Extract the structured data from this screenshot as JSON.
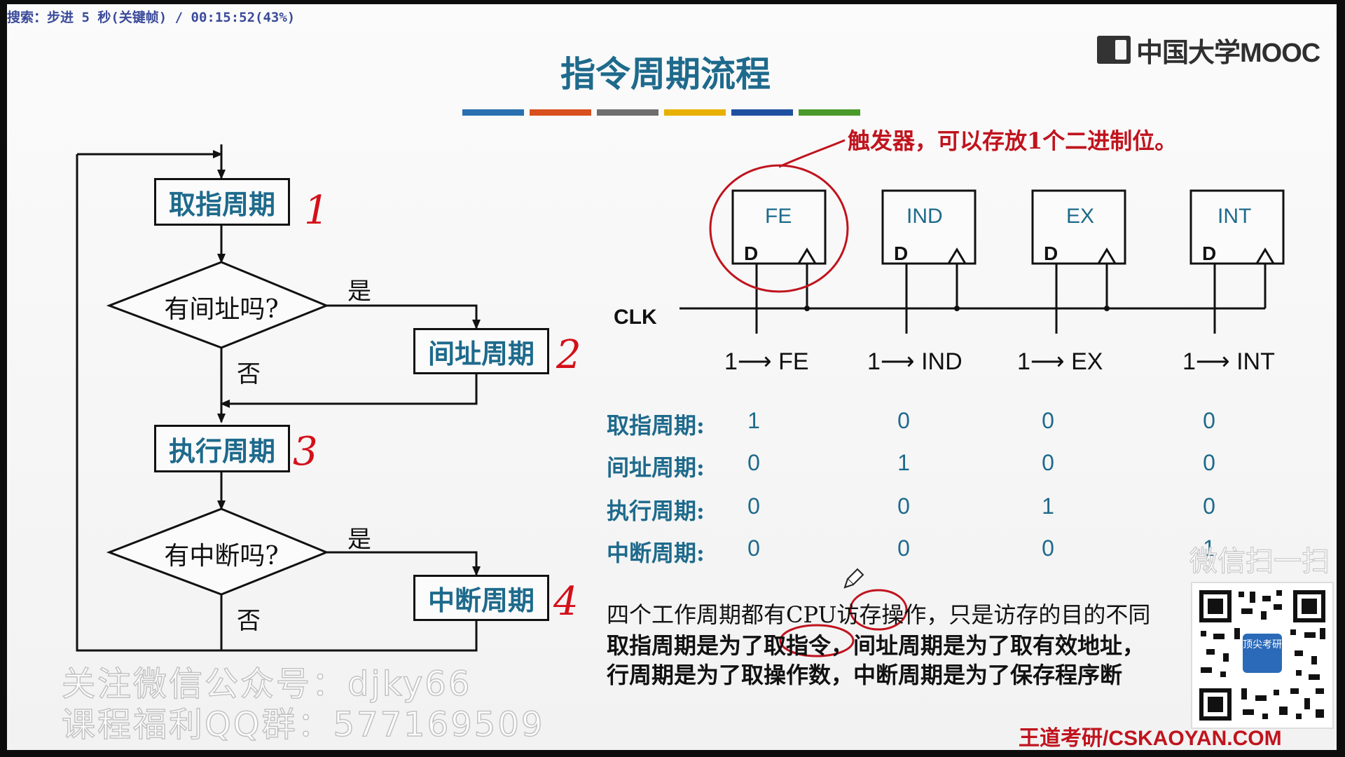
{
  "player": {
    "status": "搜索：步进 5 秒(关键帧) / 00:15:52(43%)"
  },
  "slide": {
    "title": "指令周期流程",
    "logo": "中国大学MOOC",
    "color_bar": [
      "#2a6fb0",
      "#d8501e",
      "#6e6e6e",
      "#e8b000",
      "#1f4fa0",
      "#4a9a2a"
    ]
  },
  "flowchart": {
    "fetch": "取指周期",
    "q_indirect": "有间址吗?",
    "indirect": "间址周期",
    "execute": "执行周期",
    "q_interrupt": "有中断吗?",
    "interrupt": "中断周期",
    "yes": "是",
    "no": "否",
    "marks": [
      "1",
      "2",
      "3",
      "4"
    ]
  },
  "flipflops": {
    "note": "触发器，可以存放1个二进制位。",
    "clk": "CLK",
    "d_label": "D",
    "items": [
      {
        "name": "FE",
        "set": "1⟶ FE"
      },
      {
        "name": "IND",
        "set": "1⟶ IND"
      },
      {
        "name": "EX",
        "set": "1⟶ EX"
      },
      {
        "name": "INT",
        "set": "1⟶ INT"
      }
    ]
  },
  "table": {
    "rows": [
      {
        "label": "取指周期:",
        "values": [
          "1",
          "0",
          "0",
          "0"
        ]
      },
      {
        "label": "间址周期:",
        "values": [
          "0",
          "1",
          "0",
          "0"
        ]
      },
      {
        "label": "执行周期:",
        "values": [
          "0",
          "0",
          "1",
          "0"
        ]
      },
      {
        "label": "中断周期:",
        "values": [
          "0",
          "0",
          "0",
          "1"
        ]
      }
    ]
  },
  "paragraph": {
    "line1": "四个工作周期都有CPU访存操作，只是访存的目的不同",
    "line2": "取指周期是为了取指令，间址周期是为了取有效地址，",
    "line3": "行周期是为了取操作数，中断周期是为了保存程序断"
  },
  "watermark": {
    "line1": "关注微信公众号：djky66",
    "line2": "课程福利QQ群：577169509",
    "qr_caption": "微信扫一扫",
    "qr_badge": "顶尖考研"
  },
  "footer": "王道考研/CSKAOYAN.COM"
}
